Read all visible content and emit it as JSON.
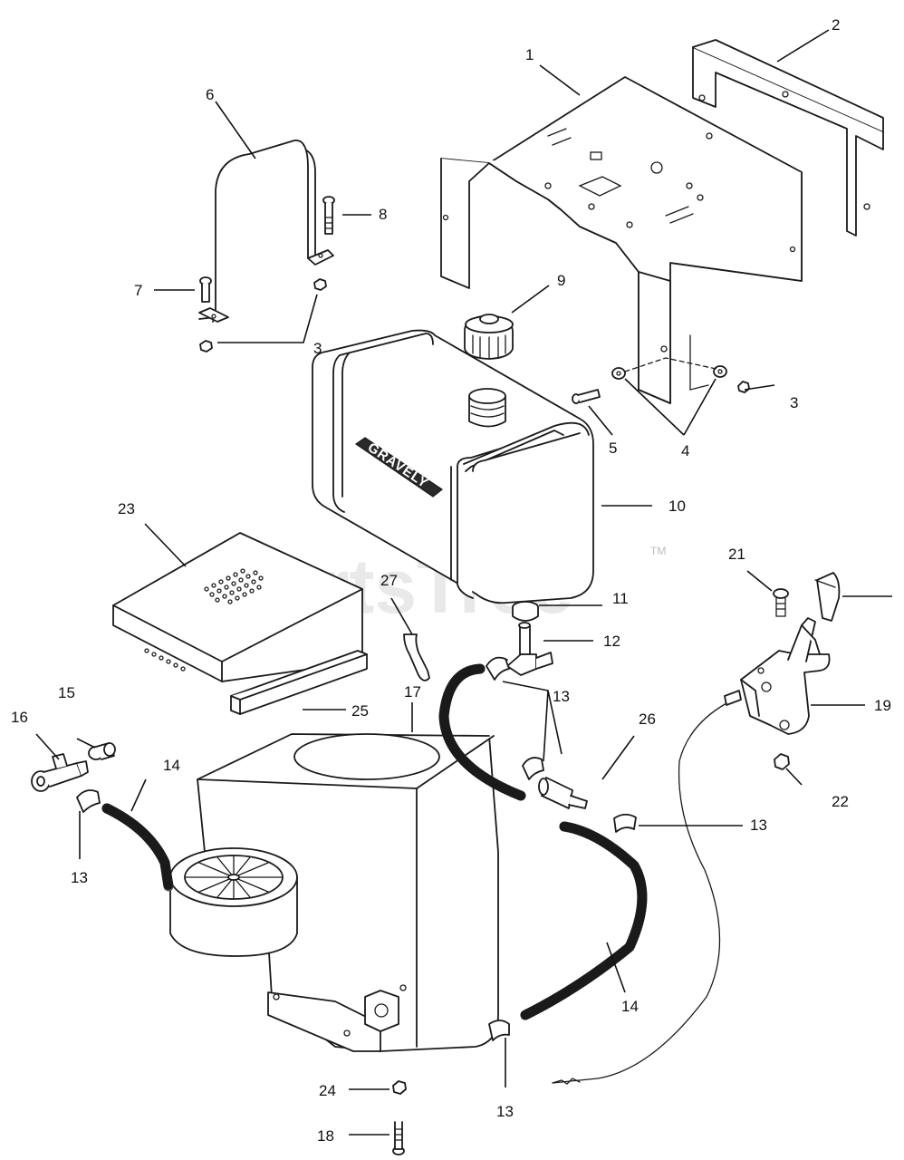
{
  "watermark": {
    "text": "PartsTree",
    "trademark": "TM"
  },
  "tank_brand": "GRAVELY",
  "callouts": {
    "c1": "1",
    "c2": "2",
    "c3a": "3",
    "c3b": "3",
    "c4": "4",
    "c5": "5",
    "c6": "6",
    "c7": "7",
    "c8": "8",
    "c9": "9",
    "c10": "10",
    "c11": "11",
    "c12": "12",
    "c13a": "13",
    "c13b": "13",
    "c13c": "13",
    "c13d": "13",
    "c14a": "14",
    "c14b": "14",
    "c15": "15",
    "c16": "16",
    "c17": "17",
    "c18": "18",
    "c19": "19",
    "c21": "21",
    "c22": "22",
    "c23": "23",
    "c24": "24",
    "c25": "25",
    "c26": "26",
    "c27": "27"
  }
}
